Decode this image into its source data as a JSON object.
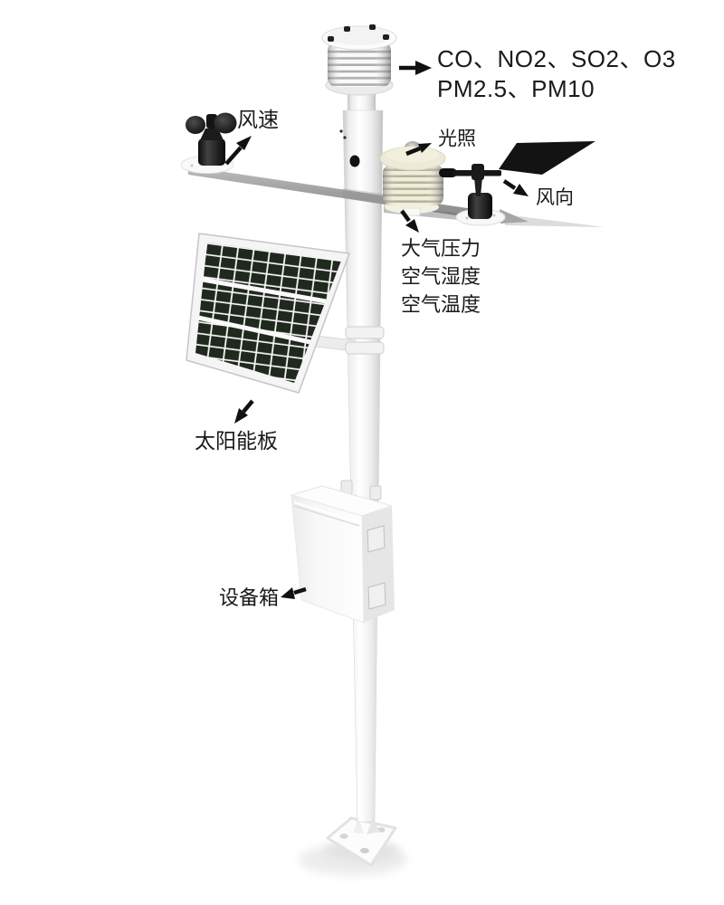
{
  "diagram": {
    "type": "annotated-product-diagram",
    "subject": "weather-monitoring-station"
  },
  "labels": {
    "gas_sensor": {
      "line1": "CO、NO2、SO2、O3",
      "line2": "PM2.5、PM10"
    },
    "wind_speed": "风速",
    "light": "光照",
    "wind_direction": "风向",
    "atmosphere": {
      "line1": "大气压力",
      "line2": "空气湿度",
      "line3": "空气温度"
    },
    "solar_panel": "太阳能板",
    "equipment_box": "设备箱"
  },
  "colors": {
    "background": "#ffffff",
    "label_text": "#1a1a1a",
    "arrow": "#111111",
    "pole_white": "#f4f4f4",
    "crossarm_gray": "#a3a3a3",
    "sensor_black": "#161616",
    "shield_cream": "#ebe8d4",
    "solar_cell_dark": "#20291e",
    "box_white": "#f8f8f8"
  }
}
